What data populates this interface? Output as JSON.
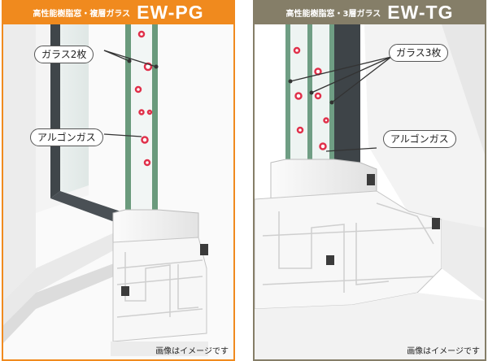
{
  "left": {
    "header": {
      "subtitle": "高性能樹脂窓・複層ガラス",
      "model": "EW-PG",
      "color": "#f08a1e"
    },
    "labels": {
      "glass": "ガラス2枚",
      "argon": "アルゴンガス"
    },
    "note": "画像はイメージです"
  },
  "right": {
    "header": {
      "subtitle": "高性能樹脂窓・3層ガラス",
      "model": "EW-TG",
      "color": "#857e68"
    },
    "labels": {
      "glass": "ガラス3枚",
      "argon": "アルゴンガス"
    },
    "note": "画像はイメージです"
  }
}
